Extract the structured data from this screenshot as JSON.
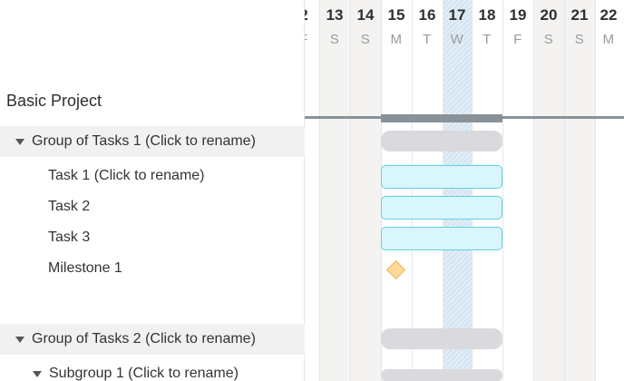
{
  "project": {
    "title": "Basic Project"
  },
  "rows": {
    "group1": "Group of Tasks 1 (Click to rename)",
    "task1": "Task 1 (Click to rename)",
    "task2": "Task 2",
    "task3": "Task 3",
    "milestone1": "Milestone 1",
    "group2": "Group of Tasks 2 (Click to rename)",
    "subgroup1": "Subgroup 1 (Click to rename)"
  },
  "timeline": {
    "days": [
      {
        "num": "2",
        "letter": "F"
      },
      {
        "num": "13",
        "letter": "S"
      },
      {
        "num": "14",
        "letter": "S"
      },
      {
        "num": "15",
        "letter": "M"
      },
      {
        "num": "16",
        "letter": "T"
      },
      {
        "num": "17",
        "letter": "W"
      },
      {
        "num": "18",
        "letter": "T"
      },
      {
        "num": "19",
        "letter": "F"
      },
      {
        "num": "20",
        "letter": "S"
      },
      {
        "num": "21",
        "letter": "S"
      },
      {
        "num": "22",
        "letter": "M"
      }
    ]
  },
  "colors": {
    "task_fill": "#d9f6fc",
    "task_border": "#5fd0e4",
    "group_bar": "#d9d9de",
    "milestone_fill": "#ffd89a",
    "project_line": "#8a9299"
  }
}
